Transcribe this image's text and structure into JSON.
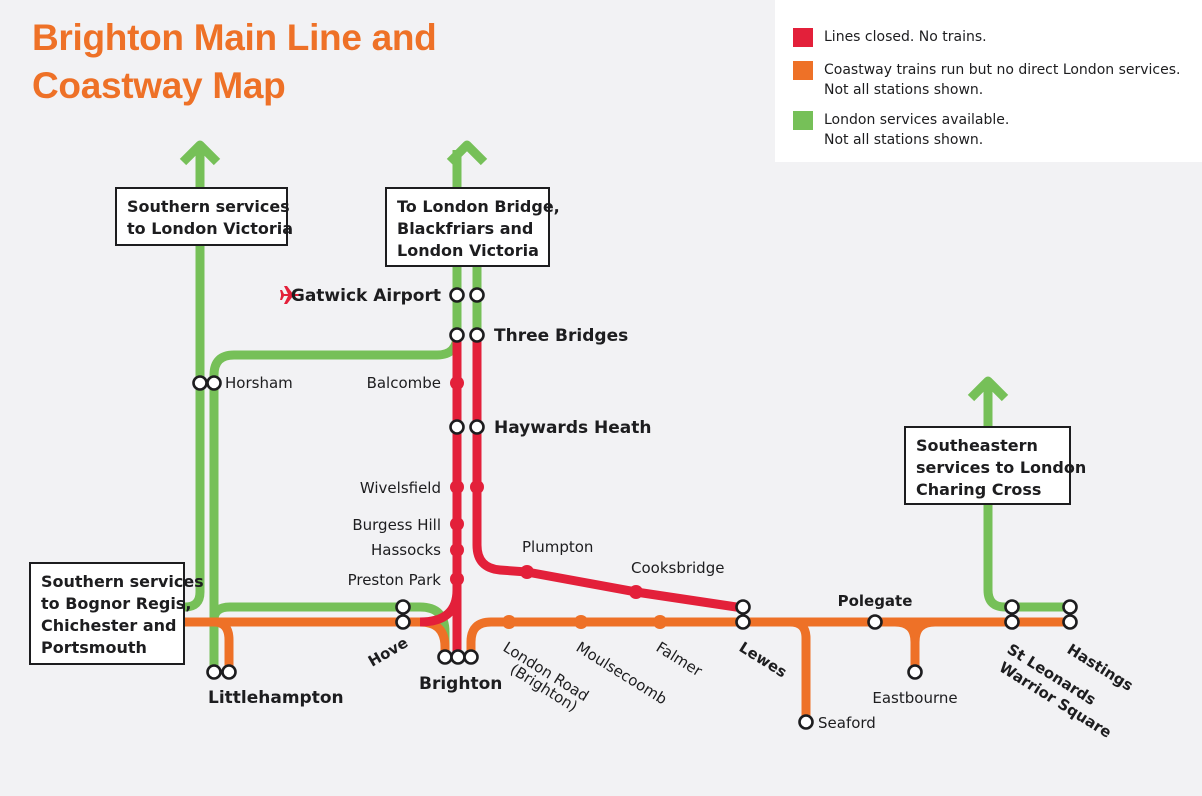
{
  "title": {
    "line1": "Brighton Main Line and",
    "line2": "Coastway Map"
  },
  "colors": {
    "closed": "#e3203a",
    "coastway": "#ee7127",
    "london": "#76c058",
    "title": "#ee7127",
    "background": "#f2f2f4"
  },
  "legend": {
    "items": [
      {
        "status": "closed",
        "color": "#e3203a",
        "line1": "Lines closed. No trains.",
        "line2": ""
      },
      {
        "status": "coastway",
        "color": "#ee7127",
        "line1": "Coastway trains run but no direct London services.",
        "line2": "Not all stations shown."
      },
      {
        "status": "london",
        "color": "#76c058",
        "line1": "London services available.",
        "line2": "Not all stations shown."
      }
    ]
  },
  "destinations": {
    "victoria_west": {
      "lines": [
        "Southern services",
        "to London Victoria"
      ]
    },
    "london_bridge": {
      "lines": [
        "To London Bridge,",
        "Blackfriars and",
        "London Victoria"
      ]
    },
    "charing_cross": {
      "lines": [
        "Southeastern",
        "services to London",
        "Charing Cross"
      ]
    },
    "bognor": {
      "lines": [
        "Southern services",
        "to Bognor Regis,",
        "Chichester and",
        "Portsmouth"
      ]
    }
  },
  "stations": {
    "gatwick": "Gatwick Airport",
    "three_bridges": "Three Bridges",
    "horsham": "Horsham",
    "balcombe": "Balcombe",
    "haywards_heath": "Haywards Heath",
    "wivelsfield": "Wivelsfield",
    "burgess_hill": "Burgess Hill",
    "hassocks": "Hassocks",
    "preston_park": "Preston Park",
    "plumpton": "Plumpton",
    "cooksbridge": "Cooksbridge",
    "hove": "Hove",
    "brighton": "Brighton",
    "littlehampton": "Littlehampton",
    "london_road_1": "London Road",
    "london_road_2": "(Brighton)",
    "moulsecoomb": "Moulsecoomb",
    "falmer": "Falmer",
    "lewes": "Lewes",
    "polegate": "Polegate",
    "seaford": "Seaford",
    "eastbourne": "Eastbourne",
    "st_leonards_1": "St Leonards",
    "st_leonards_2": "Warrior Square",
    "hastings": "Hastings"
  },
  "icons": {
    "airport": "airplane-icon",
    "destination_arrow": "up-arrow-icon"
  }
}
